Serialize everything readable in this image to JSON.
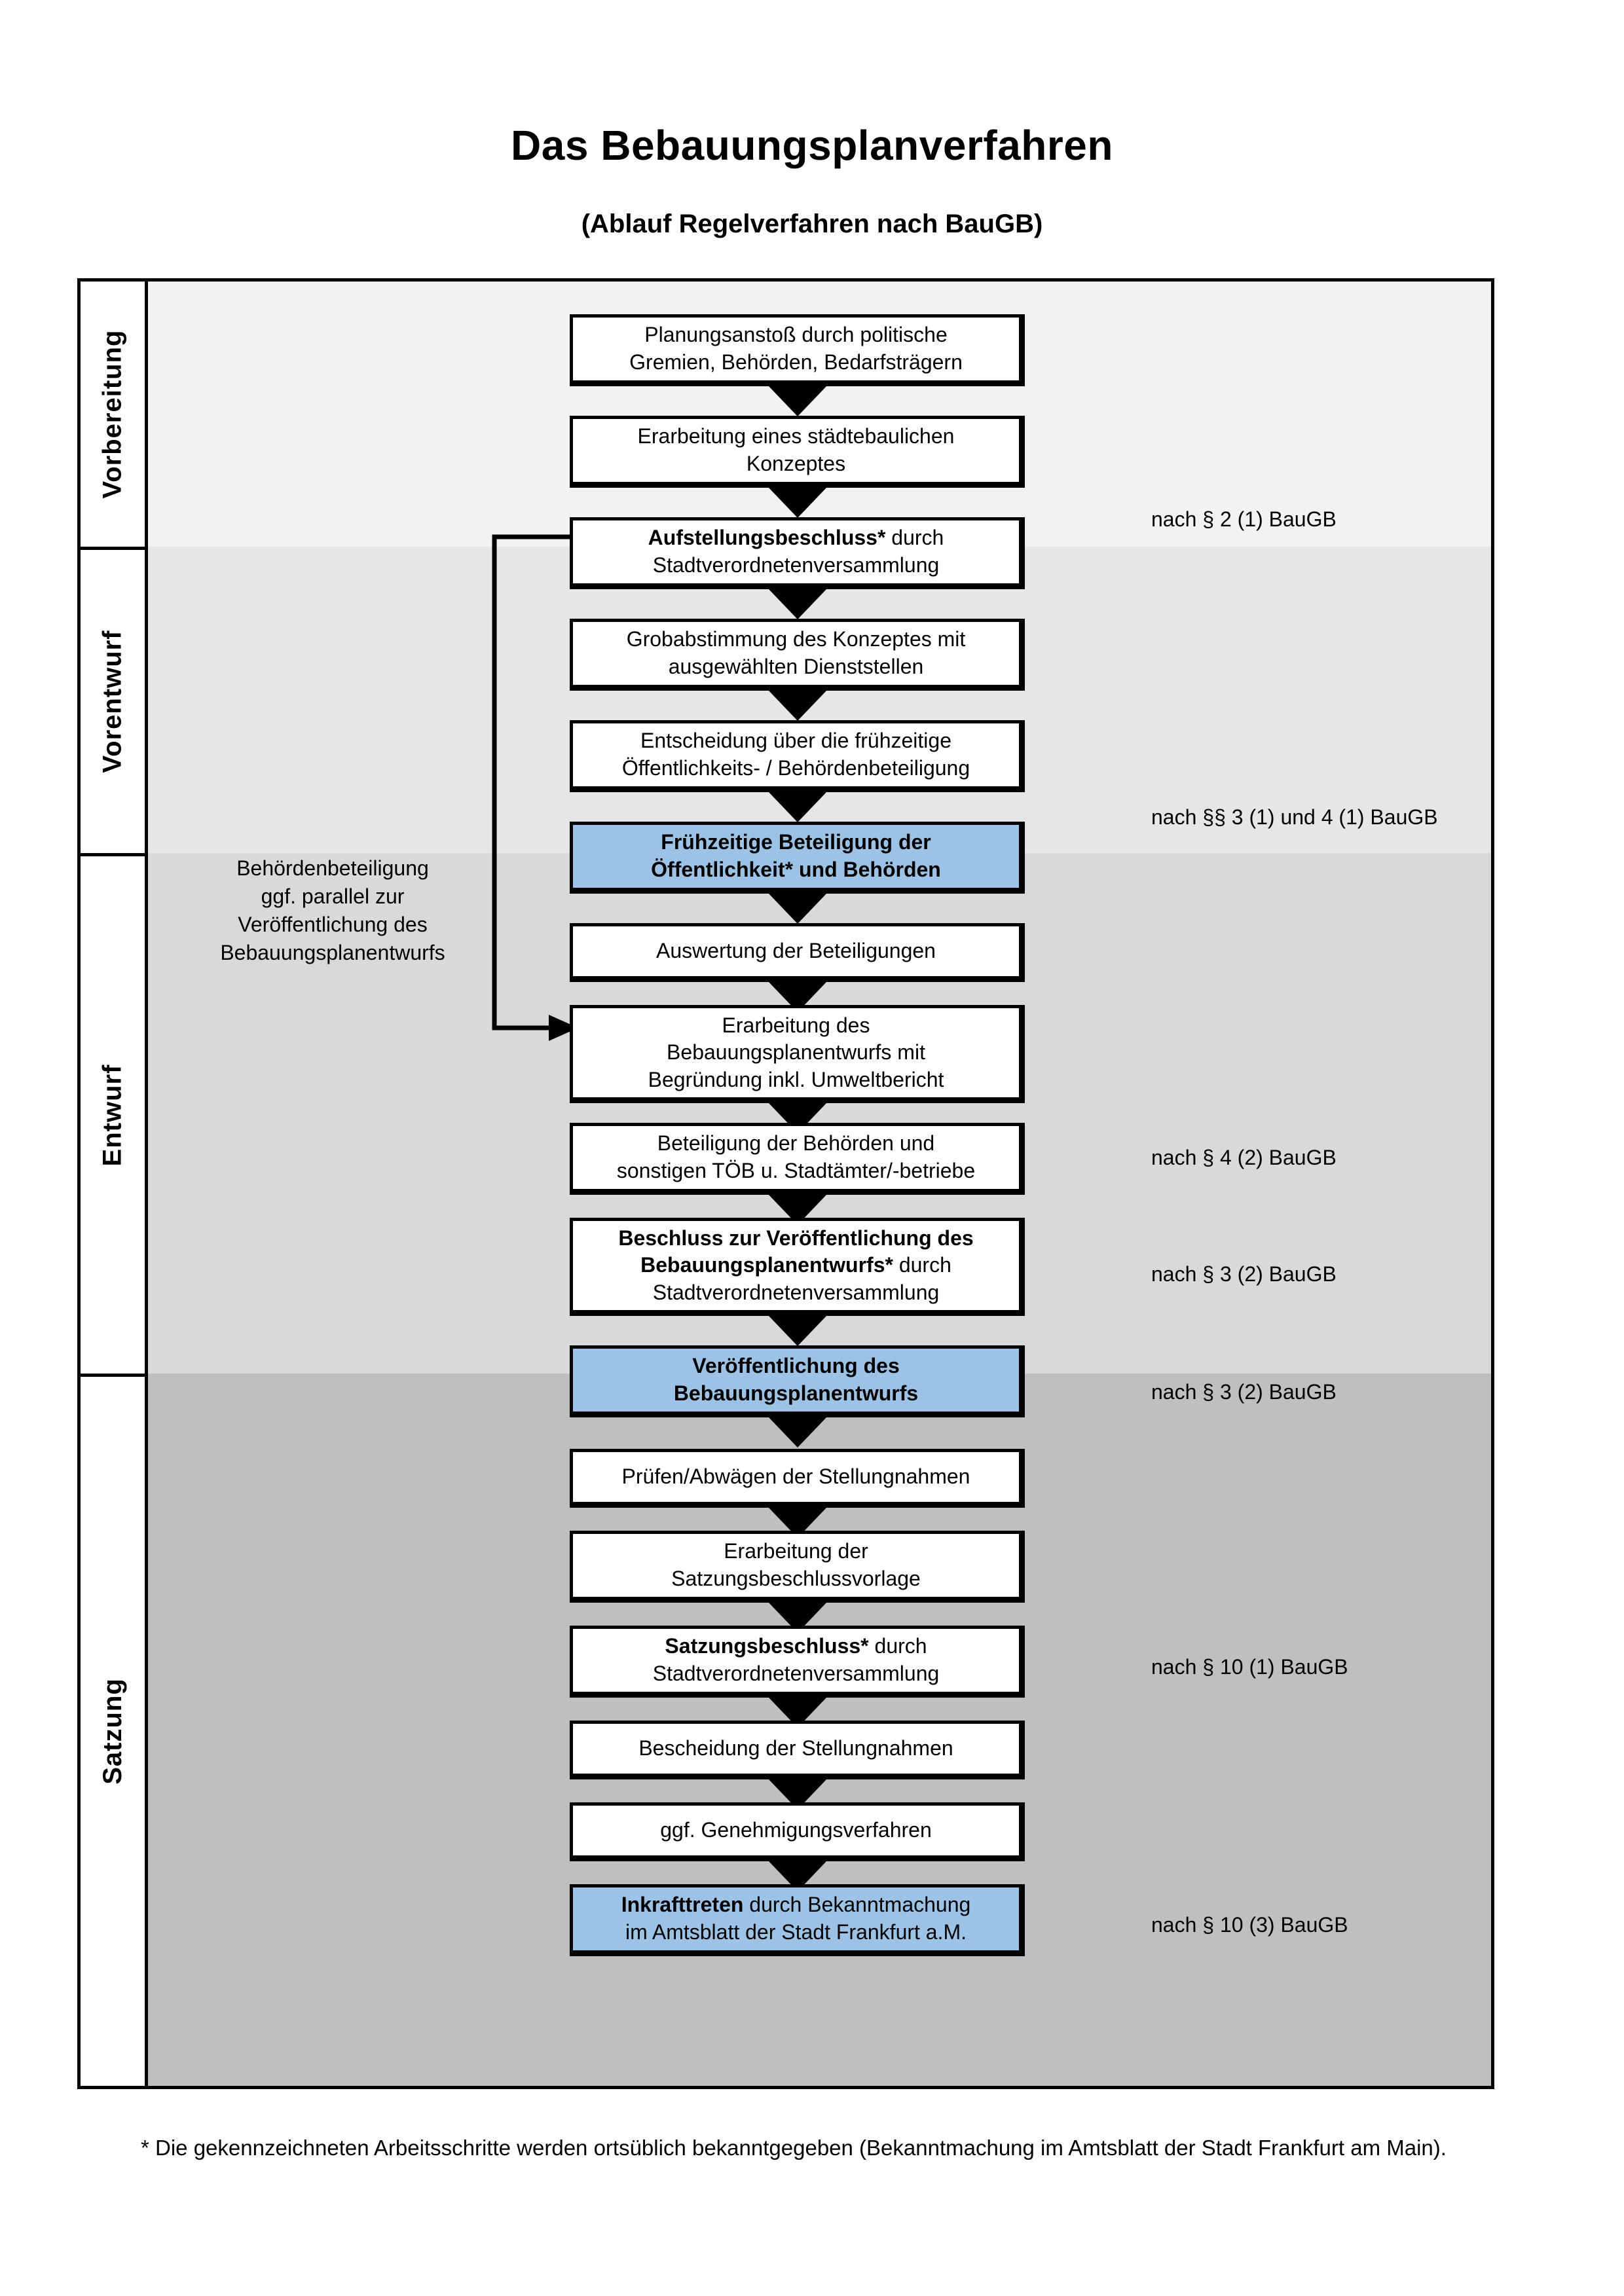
{
  "header": {
    "title": "Das Bebauungsplanverfahren",
    "subtitle": "(Ablauf Regelverfahren nach BauGB)"
  },
  "phases": [
    {
      "label": "Vorbereitung",
      "band_color": "#F2F2F2"
    },
    {
      "label": "Vorentwurf",
      "band_color": "#E6E6E6"
    },
    {
      "label": "Entwurf",
      "band_color": "#D9D9D9"
    },
    {
      "label": "Satzung",
      "band_color": "#BFBFBF"
    }
  ],
  "steps": [
    {
      "id": "planungsanstoss",
      "phase": "Vorbereitung",
      "highlight": false,
      "lines": [
        {
          "text": "Planungsanstoß durch politische",
          "bold": false
        },
        {
          "text": "Gremien, Behörden, Bedarfsträgern",
          "bold": false
        }
      ]
    },
    {
      "id": "staedtebauliches-konzept",
      "phase": "Vorbereitung",
      "highlight": false,
      "lines": [
        {
          "text": "Erarbeitung eines städtebaulichen",
          "bold": false
        },
        {
          "text": "Konzeptes",
          "bold": false
        }
      ]
    },
    {
      "id": "aufstellungsbeschluss",
      "phase": "Vorbereitung",
      "highlight": false,
      "lines": [
        {
          "text": "Aufstellungsbeschluss*",
          "bold": true,
          "suffix": " durch"
        },
        {
          "text": "Stadtverordnetenversammlung",
          "bold": false
        }
      ]
    },
    {
      "id": "grobabstimmung",
      "phase": "Vorentwurf",
      "highlight": false,
      "lines": [
        {
          "text": "Grobabstimmung des Konzeptes mit",
          "bold": false
        },
        {
          "text": "ausgewählten Dienststellen",
          "bold": false
        }
      ]
    },
    {
      "id": "entscheidung-fruehzeitige-beteiligung",
      "phase": "Vorentwurf",
      "highlight": false,
      "lines": [
        {
          "text": "Entscheidung über die frühzeitige",
          "bold": false
        },
        {
          "text": "Öffentlichkeits- / Behördenbeteiligung",
          "bold": false
        }
      ]
    },
    {
      "id": "fruehzeitige-beteiligung",
      "phase": "Vorentwurf",
      "highlight": true,
      "lines": [
        {
          "text": "Frühzeitige Beteiligung der",
          "bold": true
        },
        {
          "text": "Öffentlichkeit* und Behörden",
          "bold": true
        }
      ]
    },
    {
      "id": "auswertung-beteiligungen",
      "phase": "Entwurf",
      "highlight": false,
      "lines": [
        {
          "text": "Auswertung der Beteiligungen",
          "bold": false
        }
      ]
    },
    {
      "id": "erarbeitung-bebauungsplanentwurf",
      "phase": "Entwurf",
      "highlight": false,
      "lines": [
        {
          "text": "Erarbeitung des",
          "bold": false
        },
        {
          "text": "Bebauungsplanentwurfs mit",
          "bold": false
        },
        {
          "text": "Begründung inkl. Umweltbericht",
          "bold": false
        }
      ]
    },
    {
      "id": "beteiligung-behoerden-toeb",
      "phase": "Entwurf",
      "highlight": false,
      "lines": [
        {
          "text": "Beteiligung der Behörden und",
          "bold": false
        },
        {
          "text": "sonstigen TÖB u. Stadtämter/-betriebe",
          "bold": false
        }
      ]
    },
    {
      "id": "beschluss-veroeffentlichung",
      "phase": "Entwurf",
      "highlight": false,
      "lines": [
        {
          "text": "Beschluss zur Veröffentlichung des",
          "bold": true
        },
        {
          "text": "Bebauungsplanentwurfs*",
          "bold": true,
          "suffix": " durch"
        },
        {
          "text": "Stadtverordnetenversammlung",
          "bold": false
        }
      ]
    },
    {
      "id": "veroeffentlichung-entwurf",
      "phase": "Entwurf",
      "highlight": true,
      "lines": [
        {
          "text": "Veröffentlichung des",
          "bold": true
        },
        {
          "text": "Bebauungsplanentwurfs",
          "bold": true
        }
      ]
    },
    {
      "id": "pruefen-abwaegen",
      "phase": "Satzung",
      "highlight": false,
      "lines": [
        {
          "text": "Prüfen/Abwägen der Stellungnahmen",
          "bold": false
        }
      ]
    },
    {
      "id": "satzungsbeschlussvorlage",
      "phase": "Satzung",
      "highlight": false,
      "lines": [
        {
          "text": "Erarbeitung der",
          "bold": false
        },
        {
          "text": "Satzungsbeschlussvorlage",
          "bold": false
        }
      ]
    },
    {
      "id": "satzungsbeschluss",
      "phase": "Satzung",
      "highlight": false,
      "lines": [
        {
          "text": "Satzungsbeschluss*",
          "bold": true,
          "suffix": " durch"
        },
        {
          "text": "Stadtverordnetenversammlung",
          "bold": false
        }
      ]
    },
    {
      "id": "bescheidung-stellungnahmen",
      "phase": "Satzung",
      "highlight": false,
      "lines": [
        {
          "text": "Bescheidung der Stellungnahmen",
          "bold": false
        }
      ]
    },
    {
      "id": "genehmigungsverfahren",
      "phase": "Satzung",
      "highlight": false,
      "lines": [
        {
          "text": "ggf. Genehmigungsverfahren",
          "bold": false
        }
      ]
    },
    {
      "id": "inkrafttreten",
      "phase": "Satzung",
      "highlight": true,
      "lines": [
        {
          "text": "Inkrafttreten",
          "bold": true,
          "suffix": " durch Bekanntmachung"
        },
        {
          "text": "im Amtsblatt der Stadt Frankfurt a.M.",
          "bold": false
        }
      ]
    }
  ],
  "legal_refs": [
    {
      "id": "ref-1",
      "text": "nach § 2 (1) BauGB"
    },
    {
      "id": "ref-2",
      "text": "nach §§ 3 (1) und 4 (1) BauGB"
    },
    {
      "id": "ref-3",
      "text": "nach § 4 (2) BauGB"
    },
    {
      "id": "ref-4",
      "text": "nach § 3 (2) BauGB"
    },
    {
      "id": "ref-5",
      "text": "nach § 3 (2) BauGB"
    },
    {
      "id": "ref-6",
      "text": "nach § 10 (1) BauGB"
    },
    {
      "id": "ref-7",
      "text": "nach § 10 (3) BauGB"
    }
  ],
  "side_note": {
    "lines": [
      "Behördenbeteiligung",
      "ggf. parallel zur",
      "Veröffentlichung des",
      "Bebauungsplanentwurfs"
    ]
  },
  "footnote": {
    "text": "* Die gekennzeichneten Arbeitsschritte werden ortsüblich bekanntgegeben (Bekanntmachung im Amtsblatt  der Stadt Frankfurt am Main)."
  },
  "colors": {
    "highlight_fill": "#9CC3E5",
    "box_fill": "#FFFFFF",
    "border": "#000000"
  }
}
